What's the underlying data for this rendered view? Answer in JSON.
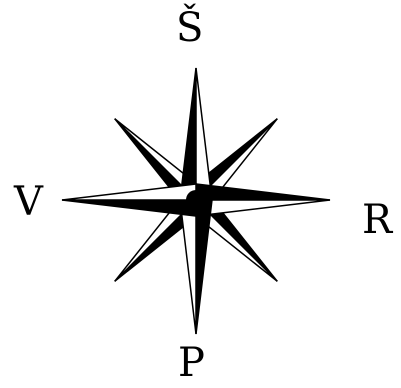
{
  "compass": {
    "icon": "compass-rose-icon",
    "colors": {
      "ink": "#000000",
      "paper": "#ffffff"
    },
    "labels": {
      "north": "Š",
      "east": "R",
      "south": "P",
      "west": "V"
    }
  }
}
